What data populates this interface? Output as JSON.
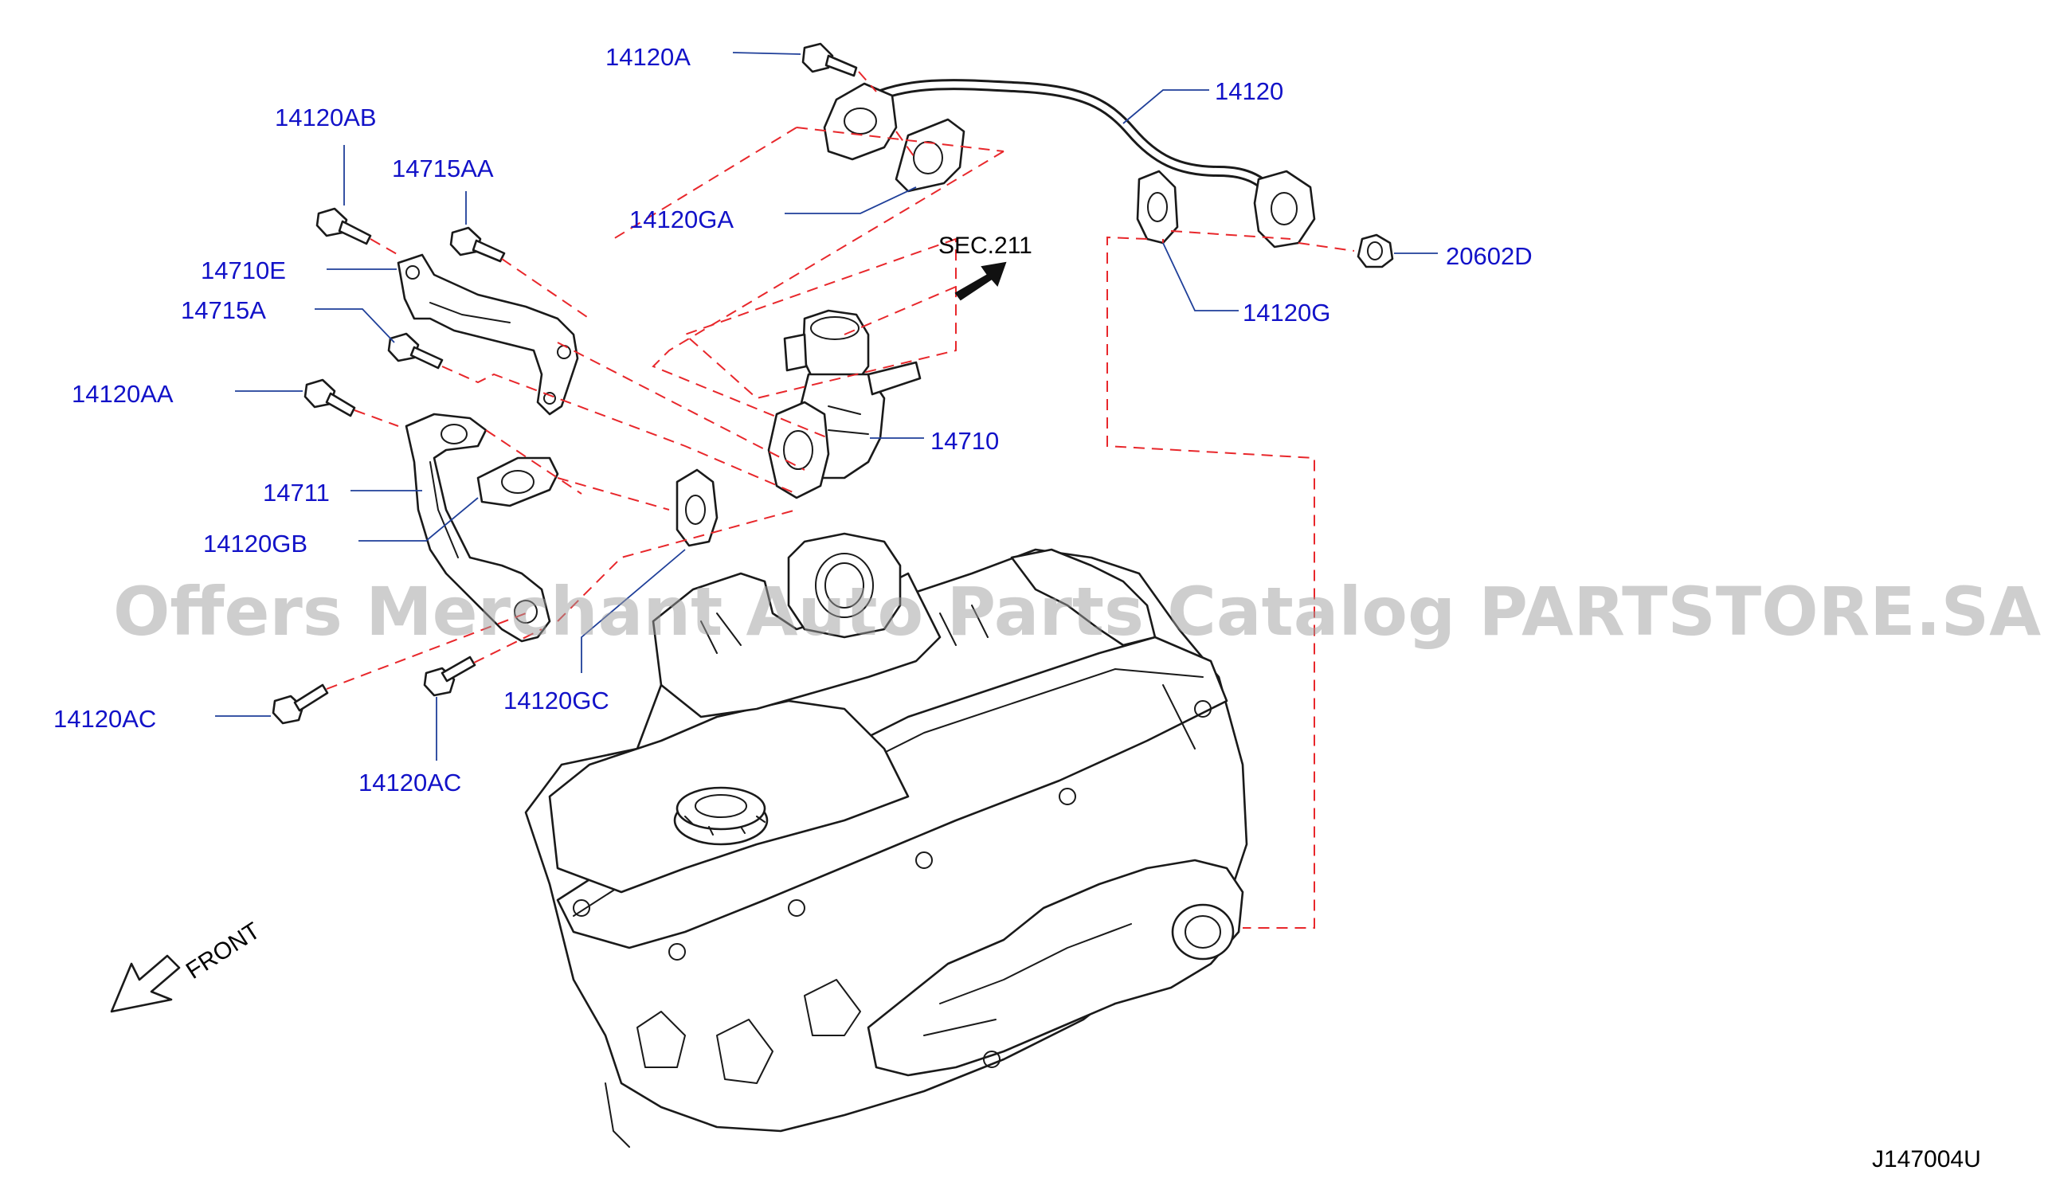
{
  "watermark": "Offers Merchant Auto Parts Catalog PARTSTORE.SA",
  "diagram_code": "J147004U",
  "section_ref": "SEC.211",
  "front_label": "FRONT",
  "callouts": {
    "p14120A": "14120A",
    "p14120": "14120",
    "p14120AB": "14120AB",
    "p14715AA": "14715AA",
    "p14120GA": "14120GA",
    "p20602D": "20602D",
    "p14710E": "14710E",
    "p14715A": "14715A",
    "p14120G": "14120G",
    "p14120AA": "14120AA",
    "p14710": "14710",
    "p14711": "14711",
    "p14120GB": "14120GB",
    "p14120GC": "14120GC",
    "p14120AC_left": "14120AC",
    "p14120AC_bottom": "14120AC"
  },
  "colors": {
    "callout_text": "#1212c8",
    "leader_line": "#1f3f99",
    "dashed_line": "#e8272b",
    "outline": "#1a1a1a"
  }
}
